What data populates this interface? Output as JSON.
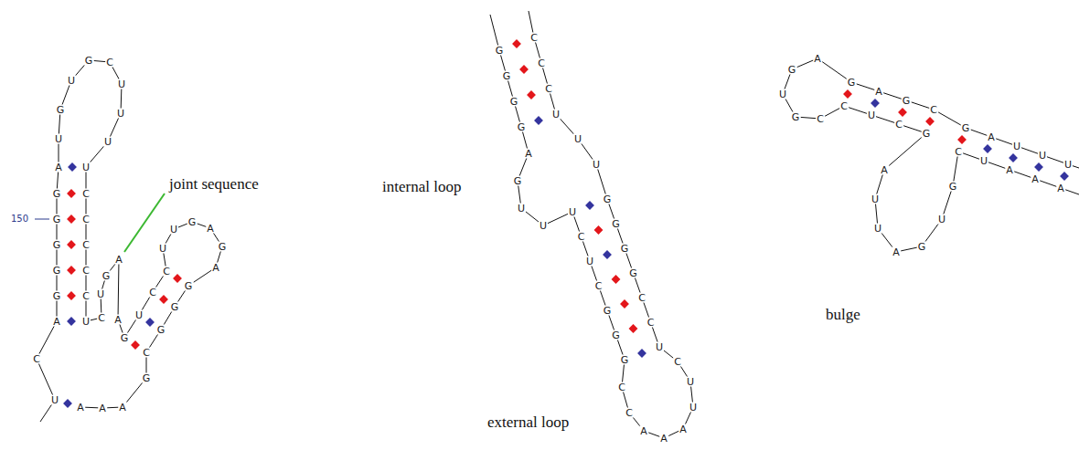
{
  "diagram": {
    "labels": [
      "U",
      "C",
      "A",
      "G",
      "G",
      "G",
      "G",
      "G",
      "A",
      "U",
      "G",
      "U",
      "G",
      "C",
      "U",
      "U",
      "U",
      "U",
      "C",
      "C",
      "C",
      "C",
      "C",
      "U",
      "C",
      "U",
      "G",
      "A",
      "A",
      "G",
      "U",
      "C",
      "C",
      "U",
      "U",
      "G",
      "A",
      "G",
      "A",
      "G",
      "G",
      "G",
      "C",
      "G",
      "A",
      "A",
      "A",
      "150",
      "joint sequence",
      "G",
      "G",
      "G",
      "G",
      "A",
      "G",
      "U",
      "U",
      "U",
      "C",
      "U",
      "C",
      "G",
      "G",
      "G",
      "C",
      "C",
      "A",
      "A",
      "A",
      "U",
      "U",
      "C",
      "U",
      "C",
      "C",
      "G",
      "G",
      "G",
      "G",
      "U",
      "U",
      "U",
      "C",
      "C",
      "C",
      "internal loop",
      "external loop",
      "A",
      "A",
      "A",
      "U",
      "C",
      "G",
      "U",
      "G",
      "A",
      "U",
      "U",
      "A",
      "G",
      "C",
      "U",
      "C",
      "C",
      "G",
      "U",
      "G",
      "A",
      "G",
      "A",
      "G",
      "C",
      "G",
      "A",
      "U",
      "U",
      "U",
      "bulge"
    ]
  }
}
